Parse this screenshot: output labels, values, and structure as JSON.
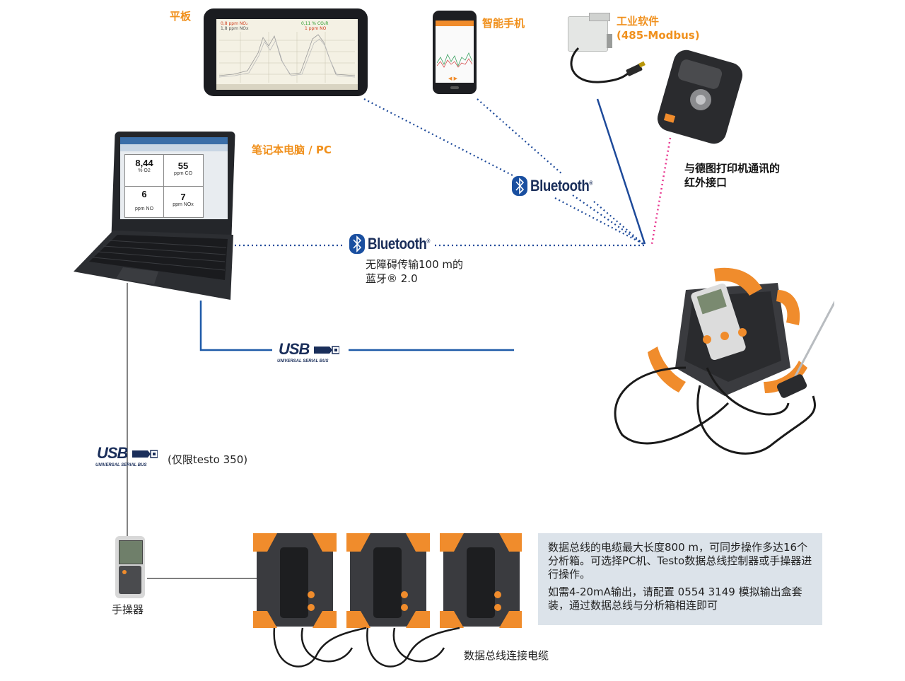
{
  "devices": {
    "tablet": {
      "label": "平板",
      "screen": {
        "legend_left_1": "0,8 ppm NO₂",
        "legend_left_2": "1,8 ppm NOx",
        "legend_right_1": "0,11 % CO₂R",
        "legend_right_2": "1 ppm NO"
      }
    },
    "phone": {
      "label": "智能手机"
    },
    "industrial_software": {
      "label_line1": "工业软件",
      "label_line2": "(485-Modbus)"
    },
    "printer": {
      "label_line1": "与德图打印机通讯的",
      "label_line2": "红外接口"
    },
    "laptop": {
      "label": "笔记本电脑 / PC",
      "readings": [
        {
          "value": "8,44",
          "unit": "% O2"
        },
        {
          "value": "55",
          "unit": "ppm CO"
        },
        {
          "value": "6",
          "unit": "ppm NO"
        },
        {
          "value": "7",
          "unit": "ppm NOx"
        }
      ]
    },
    "handheld": {
      "label": "手操器"
    }
  },
  "bluetooth_upper": {
    "text": "Bluetooth",
    "reg": "®"
  },
  "bluetooth_main": {
    "text": "Bluetooth",
    "reg": "®",
    "desc_line1": "无障碍传输100 m的",
    "desc_line2": "蓝牙® 2.0"
  },
  "usb": {
    "logo": "USB",
    "subtitle": "UNIVERSAL SERIAL BUS"
  },
  "usb_handheld": {
    "logo": "USB",
    "subtitle": "UNIVERSAL SERIAL BUS",
    "note": "(仅限testo 350)"
  },
  "info_box": {
    "para1": "数据总线的电缆最大长度800 m，可同步操作多达16个分析箱。可选择PC机、Testo数据总线控制器或手操器进行操作。",
    "para2": "如需4-20mA输出，请配置 0554 3149 模拟输出盒套装，通过数据总线与分析箱相连即可"
  },
  "databus_cable": {
    "label": "数据总线连接电缆"
  },
  "colors": {
    "accent_orange": "#f0901c",
    "bluetooth_dot": "#1e4a9a",
    "usb_line": "#1e5aa8",
    "infrared_pink": "#e8368f",
    "info_box_bg": "#dce3ea"
  }
}
